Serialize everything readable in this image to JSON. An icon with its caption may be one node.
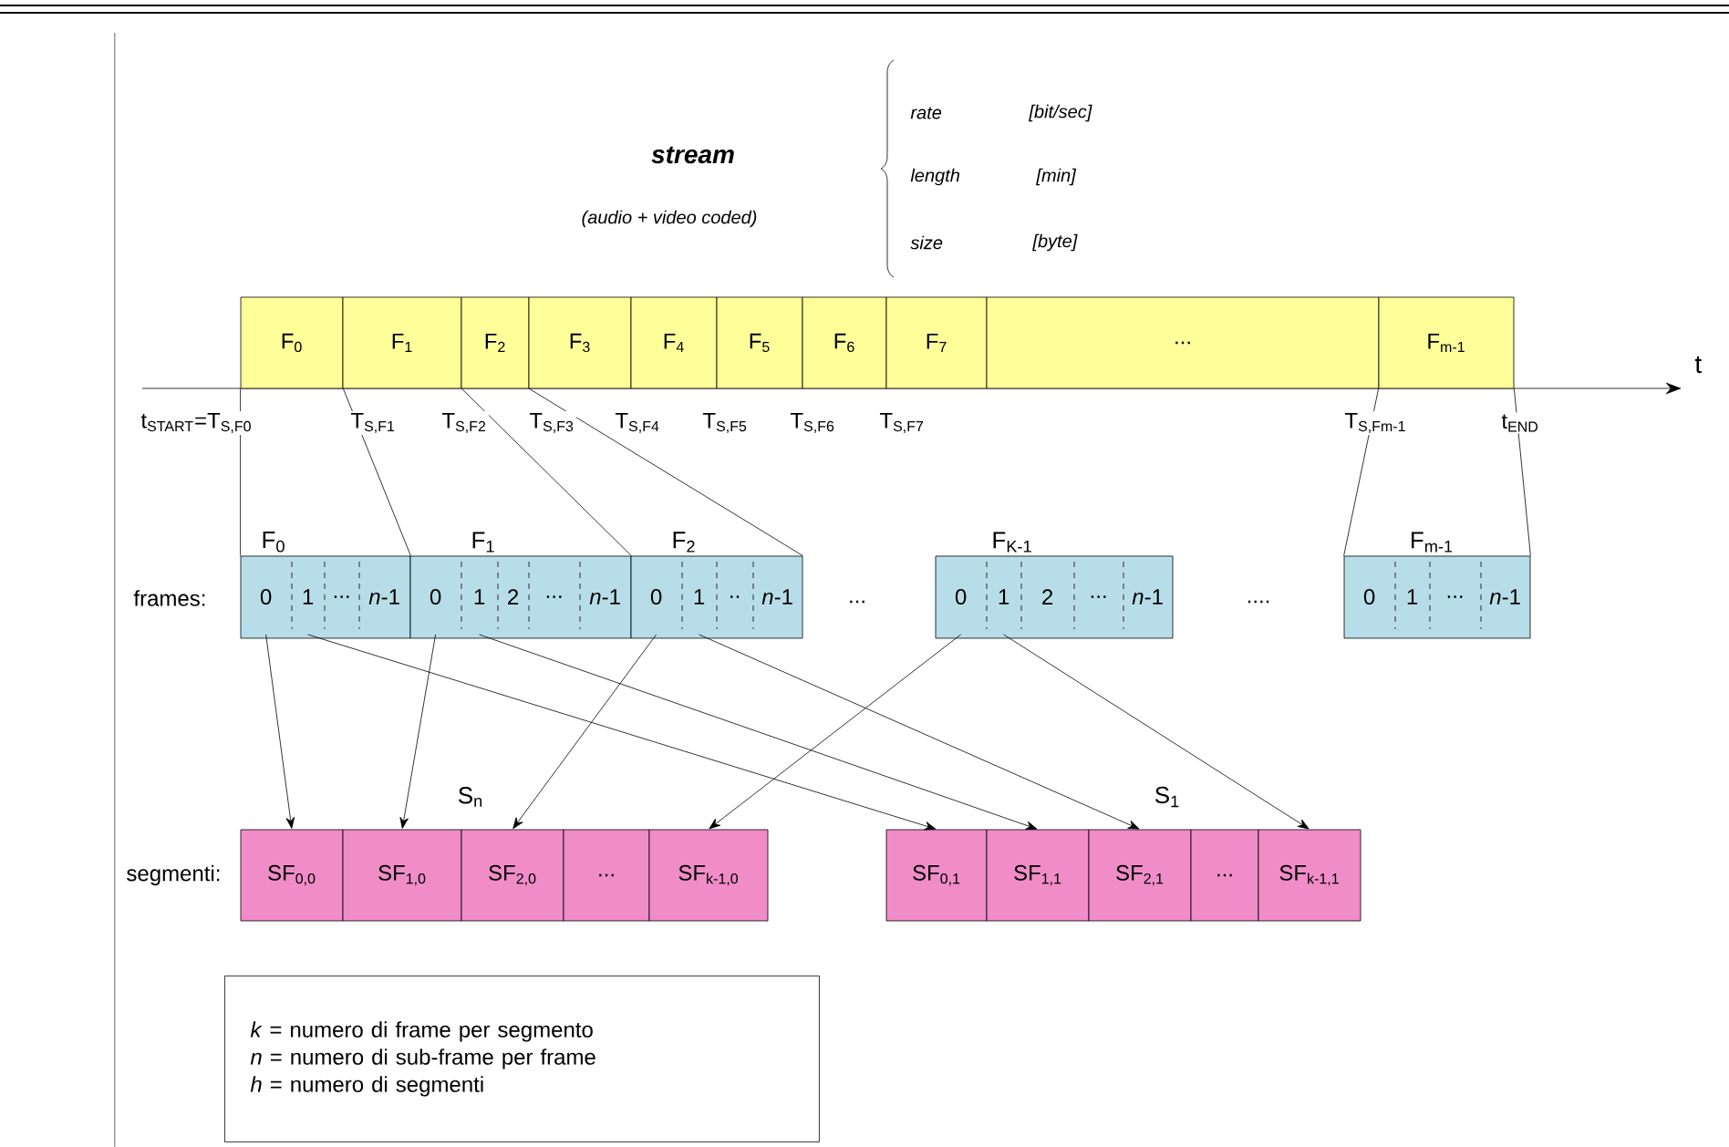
{
  "diagram": {
    "nodes": [
      {
        "text": [
          "F$_{0}$"
        ]
      },
      {
        "text": [
          "F$_{1}$"
        ]
      },
      {
        "text": [
          "F$_{2}$"
        ]
      },
      {
        "text": [
          "F$_{3}$"
        ]
      },
      {
        "text": [
          "F$_{4}$"
        ]
      },
      {
        "text": [
          "F$_{5}$"
        ]
      },
      {
        "text": [
          "F$_{6}$"
        ]
      },
      {
        "text": [
          "F$_{7}$"
        ]
      },
      {
        "text": [
          "..."
        ]
      },
      {
        "text": [
          "F$_{m-1}$"
        ]
      },
      {
        "text": [
          "F$_{0}$"
        ]
      },
      {
        "text": [
          "0"
        ],
        "in": 10
      },
      {
        "text": [
          "1"
        ],
        "in": 10
      },
      {
        "text": [
          "..."
        ],
        "in": 10
      },
      {
        "text": [
          "*n*-1"
        ],
        "in": 10
      },
      {
        "text": [
          "F$_{1}$"
        ]
      },
      {
        "text": [
          "0"
        ],
        "in": 15
      },
      {
        "text": [
          "1"
        ],
        "in": 15
      },
      {
        "text": [
          "2"
        ],
        "in": 15
      },
      {
        "text": [
          "..."
        ],
        "in": 15
      },
      {
        "text": [
          "*n*-1"
        ],
        "in": 15
      },
      {
        "text": [
          "F$_{2}$"
        ]
      },
      {
        "text": [
          "0"
        ],
        "in": 21
      },
      {
        "text": [
          "1"
        ],
        "in": 21
      },
      {
        "text": [
          ".."
        ],
        "in": 21
      },
      {
        "text": [
          "*n*-1"
        ],
        "in": 21
      },
      {
        "text": [
          "F$_{K-1}$"
        ]
      },
      {
        "text": [
          "0"
        ],
        "in": 26
      },
      {
        "text": [
          "1"
        ],
        "in": 26
      },
      {
        "text": [
          "2"
        ],
        "in": 26
      },
      {
        "text": [
          "..."
        ],
        "in": 26
      },
      {
        "text": [
          "*n*-1"
        ],
        "in": 26
      },
      {
        "text": [
          "F$_{m-1}$"
        ]
      },
      {
        "text": [
          "0"
        ],
        "in": 32
      },
      {
        "text": [
          "1"
        ],
        "in": 32
      },
      {
        "text": [
          "..."
        ],
        "in": 32
      },
      {
        "text": [
          "*n*-1"
        ],
        "in": 32
      },
      {
        "text": [
          "SF$_{0,0}$"
        ]
      },
      {
        "text": [
          "SF$_{1,0}$"
        ]
      },
      {
        "text": [
          "SF$_{2,0}$"
        ]
      },
      {
        "text": [
          "..."
        ]
      },
      {
        "text": [
          "SF$_{k-1,0}$"
        ]
      },
      {
        "text": [
          "SF$_{0,1}$"
        ]
      },
      {
        "text": [
          "SF$_{1,1}$"
        ]
      },
      {
        "text": [
          "SF$_{2,1}$"
        ]
      },
      {
        "text": [
          "..."
        ]
      },
      {
        "text": [
          "SF$_{k-1,1}$"
        ]
      },
      {
        "text": [
          "*k* = numero di frame per segmento",
          "*n* = numero di sub-frame per frame",
          "*h* = numero di segmenti"
        ]
      }
    ],
    "edges": [
      {
        "from": 0,
        "to": 10,
        "arrow": "none"
      },
      {
        "from": 0,
        "to": 10,
        "arrow": "none"
      },
      {
        "from": 1,
        "to": 15,
        "arrow": "none"
      },
      {
        "from": 2,
        "to": 21,
        "arrow": "none"
      },
      {
        "from": 9,
        "to": 32,
        "arrow": "none"
      },
      {
        "from": 9,
        "to": 32,
        "arrow": "none"
      },
      {
        "from": 11,
        "to": 37,
        "arrow": "to"
      },
      {
        "from": 12,
        "to": 42,
        "arrow": "to"
      },
      {
        "from": 16,
        "to": 38,
        "arrow": "to"
      },
      {
        "from": 17,
        "to": 43,
        "arrow": "to"
      },
      {
        "from": 22,
        "to": 39,
        "arrow": "to"
      },
      {
        "from": 23,
        "to": 44,
        "arrow": "to"
      },
      {
        "from": 27,
        "to": 41,
        "arrow": "to"
      },
      {
        "from": 28,
        "to": 46,
        "arrow": "to"
      }
    ],
    "labels": [
      "stream",
      "rate",
      "[bit/sec]",
      "(audio + video coded)",
      "length",
      "[min]",
      "size",
      "[byte]",
      "t",
      "t$_{START}$=T$_{S,F0}$",
      "T$_{S,F1}$",
      "T$_{S,F2}$",
      "T$_{S,F3}$",
      "T$_{S,F4}$",
      "T$_{S,F5}$",
      "T$_{S,F6}$",
      "T$_{S,F7}$",
      "T$_{S,Fm-1}$",
      "t$_{END}$",
      "frames:",
      "...",
      "....",
      "S$_{n}$",
      "S$_{1}$",
      "segmenti:"
    ]
  }
}
